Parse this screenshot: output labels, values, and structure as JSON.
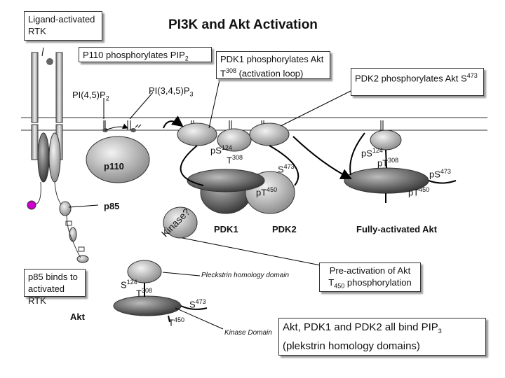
{
  "title": "PI3K and Akt Activation",
  "boxes": {
    "rtk": "Ligand-activated RTK",
    "p110_phos": "P110 phosphorylates PIP",
    "p110_phos_sub": "2",
    "pdk1_phos": "PDK1 phosphorylates Akt T",
    "pdk1_phos_sup": "308",
    "pdk1_phos_tail": " (activation loop)",
    "pdk2_phos": "PDK2 phosphorylates Akt S",
    "pdk2_phos_sup": "473",
    "p85_binds": "p85 binds to activated RTK",
    "preact_1": "Pre-activation of Akt",
    "preact_2_a": "T",
    "preact_2_sub": "450",
    "preact_2_b": " phosphorylation",
    "pip3_note_1": "Akt, PDK1 and PDK2 all bind PIP",
    "pip3_note_sub": "3",
    "pip3_note_2": "(plekstrin homology domains)"
  },
  "labels": {
    "pi45": "PI(4,5)P",
    "pi45_sub": "2",
    "pi345": "PI(3,4,5)P",
    "pi345_sub": "3",
    "p110": "p110",
    "p85": "p85",
    "kinase": "Kinase?",
    "pdk1": "PDK1",
    "pdk2": "PDK2",
    "full_akt": "Fully-activated Akt",
    "akt": "Akt",
    "ph_domain": "Pleckstrin homology domain",
    "kinase_domain": "Kinase Domain",
    "pS": "pS",
    "s124": "124",
    "pT": "T",
    "t308": "308",
    "S": "S",
    "s473": "473",
    "pT450_p": "pT",
    "t450": "450",
    "pS473_full": "pS",
    "S124_lower": "S",
    "T308_lower": "T",
    "S473_lower": "S",
    "T450_lower": "T"
  },
  "colors": {
    "pip3_dot": "#cc00cc",
    "protein_dark": "#555555",
    "protein_light": "#bbbbbb"
  }
}
